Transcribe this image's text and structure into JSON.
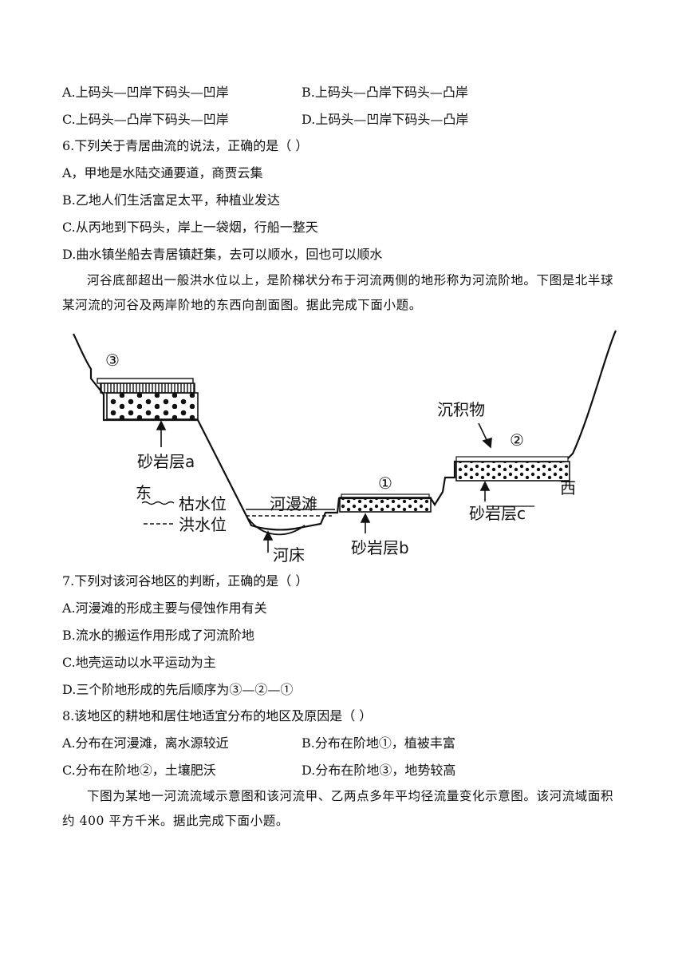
{
  "q5_options": {
    "A": "A.上码头—凹岸下码头—凹岸",
    "B": "B.上码头—凸岸下码头—凸岸",
    "C": "C.上码头—凸岸下码头—凹岸",
    "D": "D.上码头—凹岸下码头—凸岸"
  },
  "q6": {
    "stem": "6.下列关于青居曲流的说法，正确的是（    ）",
    "A": "A，甲地是水陆交通要道，商贾云集",
    "B": "B.乙地人们生活富足太平，种植业发达",
    "C": "C.从丙地到下码头，岸上一袋烟，行船一整天",
    "D": "D.曲水镇坐船去青居镇赶集，去可以顺水，回也可以顺水"
  },
  "passage1": "河谷底部超出一般洪水位以上，是阶梯状分布于河流两侧的地形称为河流阶地。下图是北半球某河流的河谷及两岸阶地的东西向剖面图。据此完成下面小题。",
  "diagram": {
    "terrace3": "③",
    "terrace2": "②",
    "terrace1": "①",
    "sandstone_a": "砂岩层a",
    "sandstone_b": "砂岩层b",
    "sandstone_c": "砂岩层c",
    "sediment": "沉积物",
    "east": "东",
    "west": "西",
    "low_water": "枯水位",
    "flood_water": "洪水位",
    "floodplain": "河漫滩",
    "riverbed": "河床"
  },
  "q7": {
    "stem": "7.下列对该河谷地区的判断，正确的是（    ）",
    "A": "A.河漫滩的形成主要与侵蚀作用有关",
    "B": "B.流水的搬运作用形成了河流阶地",
    "C": "C.地壳运动以水平运动为主",
    "D": "D.三个阶地形成的先后顺序为③—②—①"
  },
  "q8": {
    "stem": "8.该地区的耕地和居住地适宜分布的地区及原因是（    ）",
    "A": "A.分布在河漫滩，离水源较近",
    "B": "B.分布在阶地①，植被丰富",
    "C": "C.分布在阶地②，土壤肥沃",
    "D": "D.分布在阶地③，地势较高"
  },
  "passage2": "下图为某地一河流流域示意图和该河流甲、乙两点多年平均径流量变化示意图。该河流域面积约 400 平方千米。据此完成下面小题。"
}
